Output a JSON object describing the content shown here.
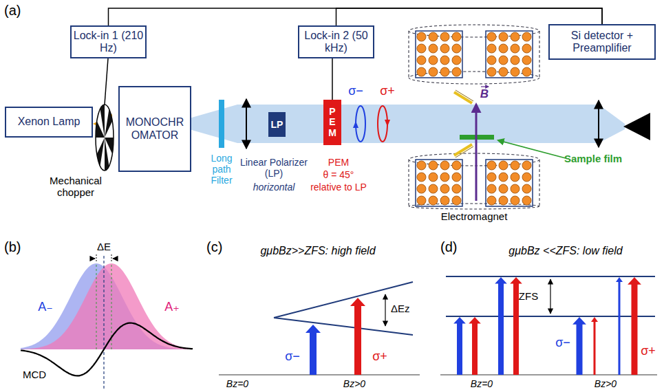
{
  "diagram": {
    "nodes": [
      {
        "text": [
          "Lock-in 1 (210 Hz)"
        ]
      },
      {
        "text": [
          "Lock-in 2 (50 kHz)"
        ]
      },
      {
        "text": [
          "Xenon Lamp"
        ]
      },
      {
        "text": [
          "MONOCHR OMATOR"
        ]
      },
      {
        "text": [
          "LP"
        ]
      },
      {
        "text": [
          "P E M"
        ]
      },
      {
        "text": [
          "Si detector + Preamplifier"
        ]
      }
    ],
    "edges": [
      {
        "from": 6,
        "to": 0,
        "arrow": "none"
      },
      {
        "from": 6,
        "to": 1,
        "arrow": "none"
      },
      {
        "from": 1,
        "to": 5,
        "arrow": "none"
      }
    ],
    "labels": [
      "(a)",
      "Mechanical chopper",
      "Long path Filter",
      "Linear Polarizer (LP)",
      "horizontal",
      "PEM",
      "θ = 45°",
      "relative to LP",
      "σ−",
      "σ+",
      "B",
      "Electromagnet",
      "Sample film",
      "(b)",
      "ΔE",
      "A₋",
      "A₊",
      "MCD",
      "(c)",
      "gμbBz>>ZFS: high field",
      "ΔEz",
      "σ−",
      "σ+",
      "Bz=0",
      "Bz>0",
      "(d)",
      "gμbBz <<ZFS: low field",
      "ZFS",
      "σ−",
      "σ+",
      "Bz=0",
      "Bz>0"
    ]
  }
}
